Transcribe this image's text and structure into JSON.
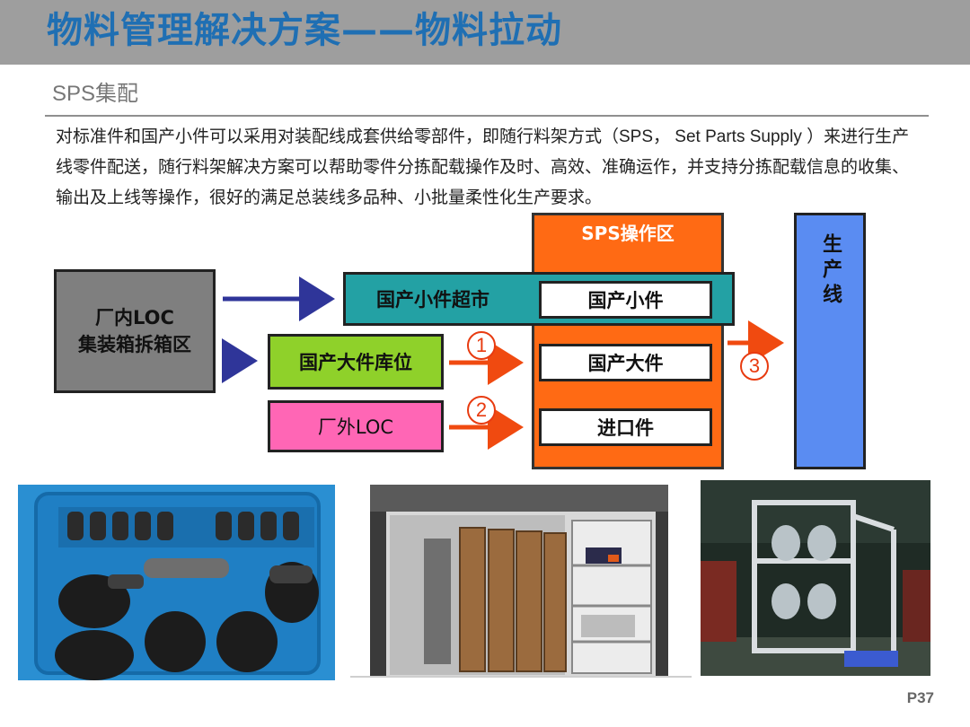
{
  "header": {
    "title": "物料管理解决方案——物料拉动"
  },
  "section": {
    "heading": "SPS集配"
  },
  "intro": {
    "text": "对标准件和国产小件可以采用对装配线成套供给零部件，即随行料架方式（SPS， Set Parts Supply ）来进行生产线零件配送，随行料架解决方案可以帮助零件分拣配载操作及时、高效、准确运作，并支持分拣配载信息的收集、输出及上线等操作，很好的满足总装线多品种、小批量柔性化生产要求。"
  },
  "diagram": {
    "inner_loc_line1": "厂内LOC",
    "inner_loc_line2": "集装箱拆箱区",
    "small_parts_market": "国产小件超市",
    "big_parts_stock": "国产大件库位",
    "outer_loc": "厂外LOC",
    "sps_zone_label": "SPS操作区",
    "sps_small": "国产小件",
    "sps_big": "国产大件",
    "sps_import": "进口件",
    "production_line": "生产线",
    "step1": "1",
    "step2": "2",
    "step3": "3",
    "colors": {
      "gray_box": "#7f7f7f",
      "teal_box": "#23a1a4",
      "green_box": "#8fd12a",
      "pink_box": "#ff66b5",
      "sps_orange": "#ff6a14",
      "production_blue": "#5a8cf2",
      "arrow_navy": "#2f3599",
      "arrow_orange": "#f04a10"
    }
  },
  "footer": {
    "page_number": "P37"
  }
}
